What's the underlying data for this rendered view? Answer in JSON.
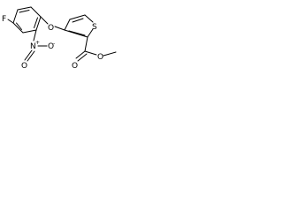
{
  "molecule": {
    "atoms": {
      "fluorine": "F",
      "ether_oxygen": "O",
      "sulfur": "S",
      "nitro_nitrogen": "N",
      "nitro_plus": "+",
      "nitro_oxygen_single": "O",
      "nitro_minus": "-",
      "nitro_oxygen_double": "O",
      "carbonyl_oxygen": "O",
      "ester_oxygen": "O"
    }
  }
}
